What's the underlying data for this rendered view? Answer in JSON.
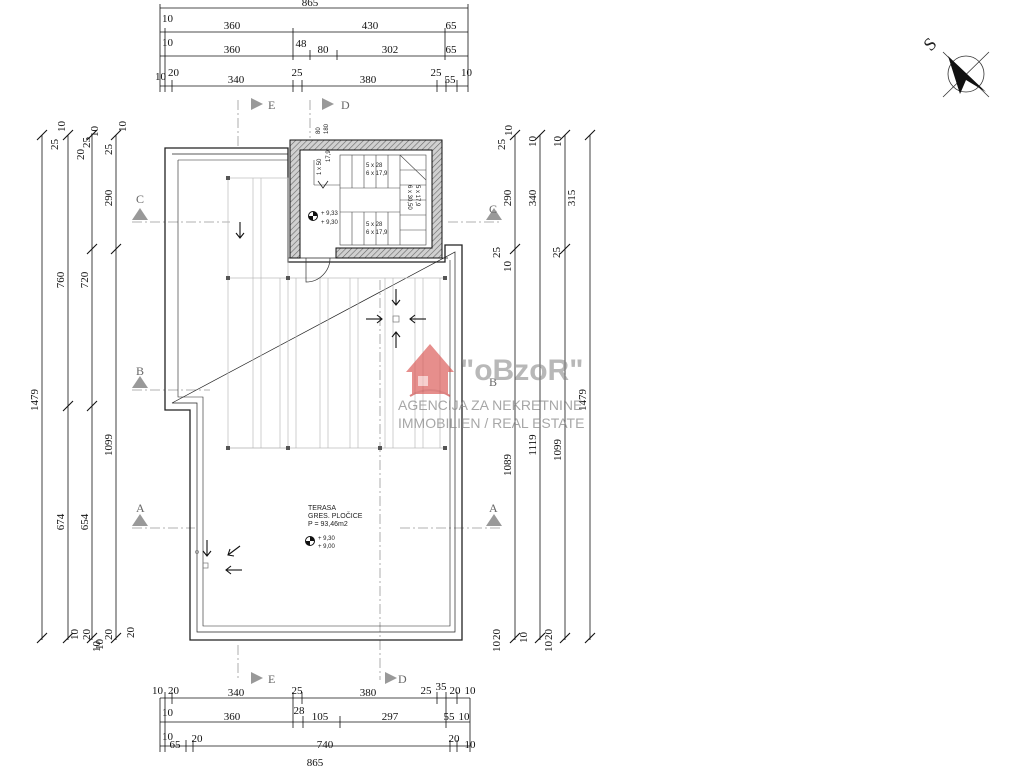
{
  "top_dims": {
    "row0": [
      "865"
    ],
    "row1": [
      "10",
      "360",
      "430",
      "65"
    ],
    "row2": [
      "10",
      "360",
      "48",
      "80",
      "302",
      "65"
    ],
    "row3": [
      "10",
      "20",
      "340",
      "25",
      "380",
      "25",
      "55",
      "10"
    ]
  },
  "bottom_dims": {
    "row1": [
      "10",
      "20",
      "340",
      "25",
      "380",
      "25",
      "35",
      "20",
      "10"
    ],
    "row2": [
      "10",
      "360",
      "28",
      "105",
      "297",
      "55",
      "10"
    ],
    "row3": [
      "10",
      "65",
      "20",
      "740",
      "20",
      "10"
    ],
    "row4": [
      "865"
    ]
  },
  "left_dims": {
    "col1": [
      "25",
      "1479"
    ],
    "col2": [
      "10",
      "760",
      "674",
      "10"
    ],
    "col3": [
      "20",
      "25",
      "720",
      "654",
      "20",
      "10"
    ],
    "col4": [
      "10",
      "25",
      "290",
      "1099",
      "20",
      "10"
    ],
    "col5": [
      "10",
      "20"
    ]
  },
  "right_dims": {
    "col1": [
      "25",
      "10",
      "290",
      "25",
      "10",
      "1089",
      "20",
      "10"
    ],
    "col2": [
      "10",
      "340",
      "1119",
      "10"
    ],
    "col3": [
      "10",
      "25",
      "1099",
      "20",
      "10"
    ],
    "col4": [
      "315",
      "1479"
    ]
  },
  "sections": {
    "a": "A",
    "b": "B",
    "c": "C",
    "d": "D",
    "e": "E"
  },
  "stair": {
    "s1": "5 x 28",
    "s2": "6 x 17,9",
    "s3": "5 x 28",
    "s4": "6 x 17,9",
    "s5": "6 x 30,50",
    "s6": "5 x 17,9",
    "s7": "1 x 50",
    "s8": "17,9",
    "s9": "80",
    "s10": "180",
    "lvl1": "+ 9,33",
    "lvl2": "+ 9,30"
  },
  "terrace": {
    "name": "TERASA",
    "finish": "GRES. PLOČICE",
    "area": "P = 93,46m2",
    "lvl1": "+ 9,30",
    "lvl2": "+ 9,00"
  },
  "watermark": {
    "brand": "\"oBzoR\"",
    "line1": "AGENCIJA ZA NEKRETNINE",
    "line2": "IMMOBILIEN / REAL ESTATE",
    "color": "#d9534f"
  },
  "compass": {
    "letter": "S"
  }
}
